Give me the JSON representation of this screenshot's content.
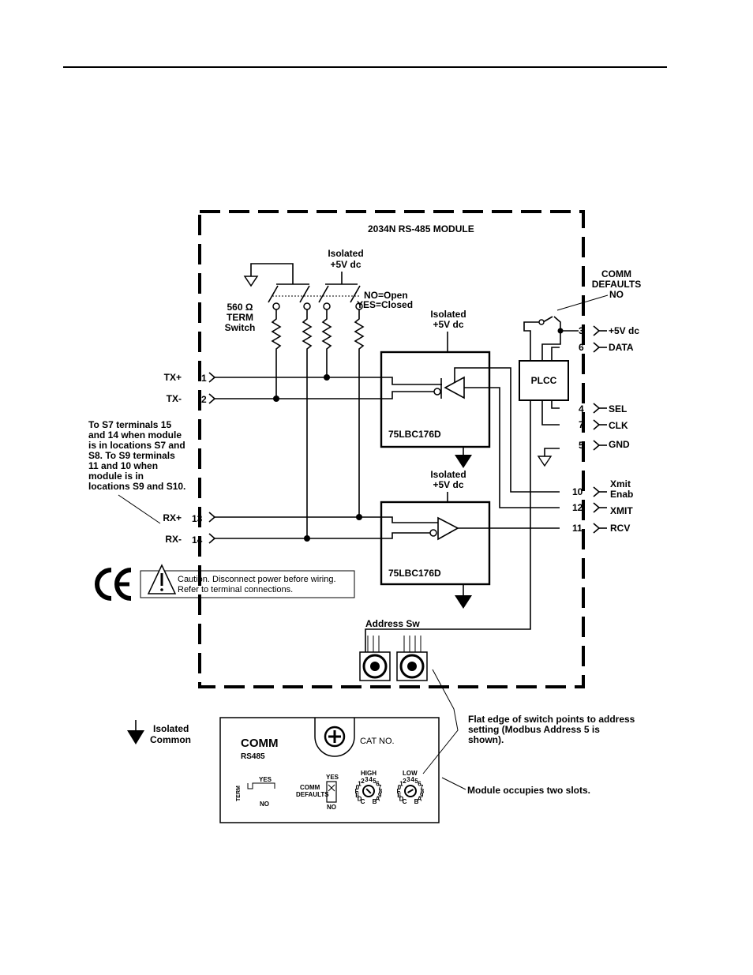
{
  "module_title": "2034N RS-485 MODULE",
  "iso5v_top": [
    "Isolated",
    "+5V dc"
  ],
  "no_open": "NO=Open",
  "yes_closed": "YES=Closed",
  "term_switch": [
    "560 Ω",
    "TERM",
    "Switch"
  ],
  "comm_defaults": [
    "COMM",
    "DEFAULTS",
    "NO"
  ],
  "iso5v_a": [
    "Isolated",
    "+5V dc"
  ],
  "iso5v_b": [
    "Isolated",
    "+5V dc"
  ],
  "chip1": "75LBC176D",
  "chip2": "75LBC176D",
  "plcc": "PLCC",
  "left_terminals": [
    {
      "name": "TX+",
      "num": "1"
    },
    {
      "name": "TX-",
      "num": "2"
    },
    {
      "name": "RX+",
      "num": "13"
    },
    {
      "name": "RX-",
      "num": "14"
    }
  ],
  "right_terminals": [
    {
      "num": "3",
      "label": "+5V dc"
    },
    {
      "num": "6",
      "label": "DATA"
    },
    {
      "num": "4",
      "label": "SEL"
    },
    {
      "num": "7",
      "label": "CLK"
    },
    {
      "num": "5",
      "label": "GND"
    },
    {
      "num": "10",
      "label": "Xmit"
    },
    {
      "num": "12",
      "label": "XMIT"
    },
    {
      "num": "11",
      "label": "RCV"
    }
  ],
  "xmit_enab_2": "Enab",
  "note_s7": [
    "To S7 terminals 15",
    "and 14 when module",
    "is in locations S7 and",
    "S8. To S9 terminals",
    "11 and 10 when",
    "module is in",
    "locations S9 and S10."
  ],
  "ce_mark": "CE",
  "caution": [
    "Caution. Disconnect power before wiring.",
    "Refer to terminal connections."
  ],
  "address_sw": "Address Sw",
  "flat_edge_note": [
    "Flat edge of switch points to address",
    "setting (Modbus Address 5 is",
    "shown)."
  ],
  "isolated_common": [
    "Isolated",
    "Common"
  ],
  "module_slots": "Module occupies two slots.",
  "panel": {
    "comm": "COMM",
    "rs485": "RS485",
    "cat_no": "CAT NO.",
    "yes1": "YES",
    "no1": "NO",
    "term_side": "TERM",
    "comm_defaults": [
      "COMM",
      "DEFAULTS"
    ],
    "yes2": "YES",
    "no2": "NO",
    "high": "HIGH",
    "low": "LOW",
    "dial_digits": "CDEF0123456789AB"
  }
}
